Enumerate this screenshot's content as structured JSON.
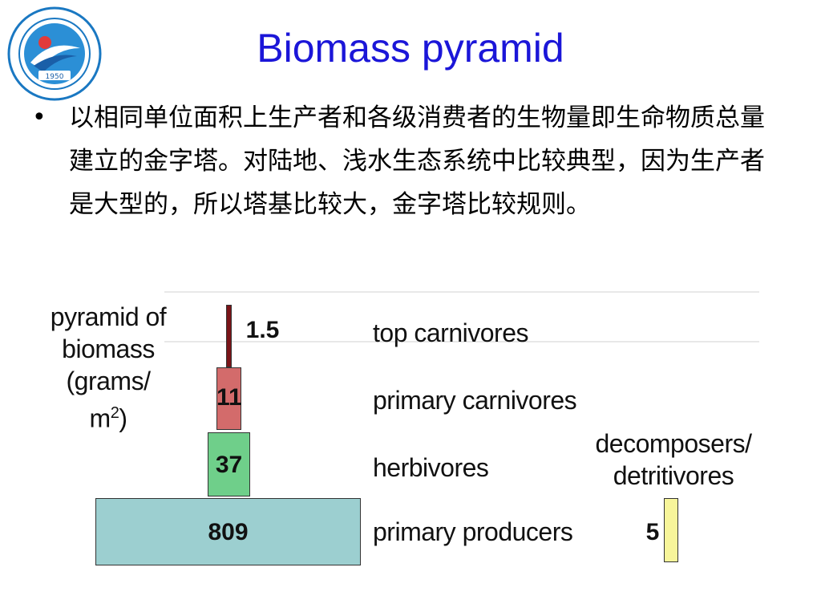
{
  "title": "Biomass pyramid",
  "body_text": "以相同单位面积上生产者和各级消费者的生物量即生命物质总量建立的金字塔。对陆地、浅水生态系统中比较典型，因为生产者是大型的，所以塔基比较大，金字塔比较规则。",
  "diagram": {
    "axis_label_line1": "pyramid of",
    "axis_label_line2": "biomass",
    "axis_label_line3_prefix": "(grams/ m",
    "axis_label_sup": "2",
    "axis_label_line3_suffix": ")",
    "levels": [
      {
        "name": "top carnivores",
        "value": "1.5",
        "color": "#7a1418"
      },
      {
        "name": "primary carnivores",
        "value": "11",
        "color": "#d36b6b"
      },
      {
        "name": "herbivores",
        "value": "37",
        "color": "#6fcf8a"
      },
      {
        "name": "primary producers",
        "value": "809",
        "color": "#9ccfd0"
      }
    ],
    "decomposers_line1": "decomposers/",
    "decomposers_line2": "detritivores",
    "decomposers_value": "5",
    "decomposers_color": "#f7f59a"
  }
}
